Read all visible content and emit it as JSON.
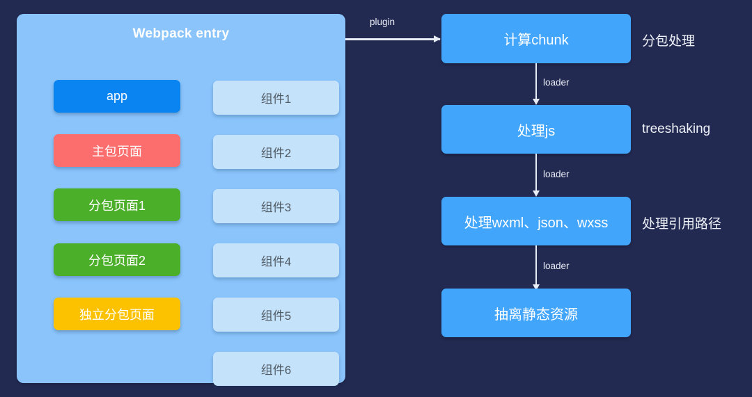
{
  "diagram": {
    "background_color": "#232a52",
    "entry_panel": {
      "title": "Webpack entry",
      "panel_color": "#8ac4fb",
      "left_column": [
        {
          "label": "app",
          "color": "#0a84f0"
        },
        {
          "label": "主包页面",
          "color": "#fc6e6e"
        },
        {
          "label": "分包页面1",
          "color": "#4caf2a"
        },
        {
          "label": "分包页面2",
          "color": "#4caf2a"
        },
        {
          "label": "独立分包页面",
          "color": "#fcc200"
        }
      ],
      "right_column": [
        {
          "label": "组件1"
        },
        {
          "label": "组件2"
        },
        {
          "label": "组件3"
        },
        {
          "label": "组件4"
        },
        {
          "label": "组件5"
        },
        {
          "label": "组件6"
        }
      ]
    },
    "plugin_edge_label": "plugin",
    "flow": [
      {
        "label": "计算chunk",
        "side_label": "分包处理",
        "edge_to_next": "loader"
      },
      {
        "label": "处理js",
        "side_label": "treeshaking",
        "edge_to_next": "loader"
      },
      {
        "label": "处理wxml、json、wxss",
        "side_label": "处理引用路径",
        "edge_to_next": "loader"
      },
      {
        "label": "抽离静态资源",
        "side_label": "",
        "edge_to_next": ""
      }
    ],
    "flow_box_color": "#41a5fb",
    "arrow_color": "#e9edf5"
  }
}
